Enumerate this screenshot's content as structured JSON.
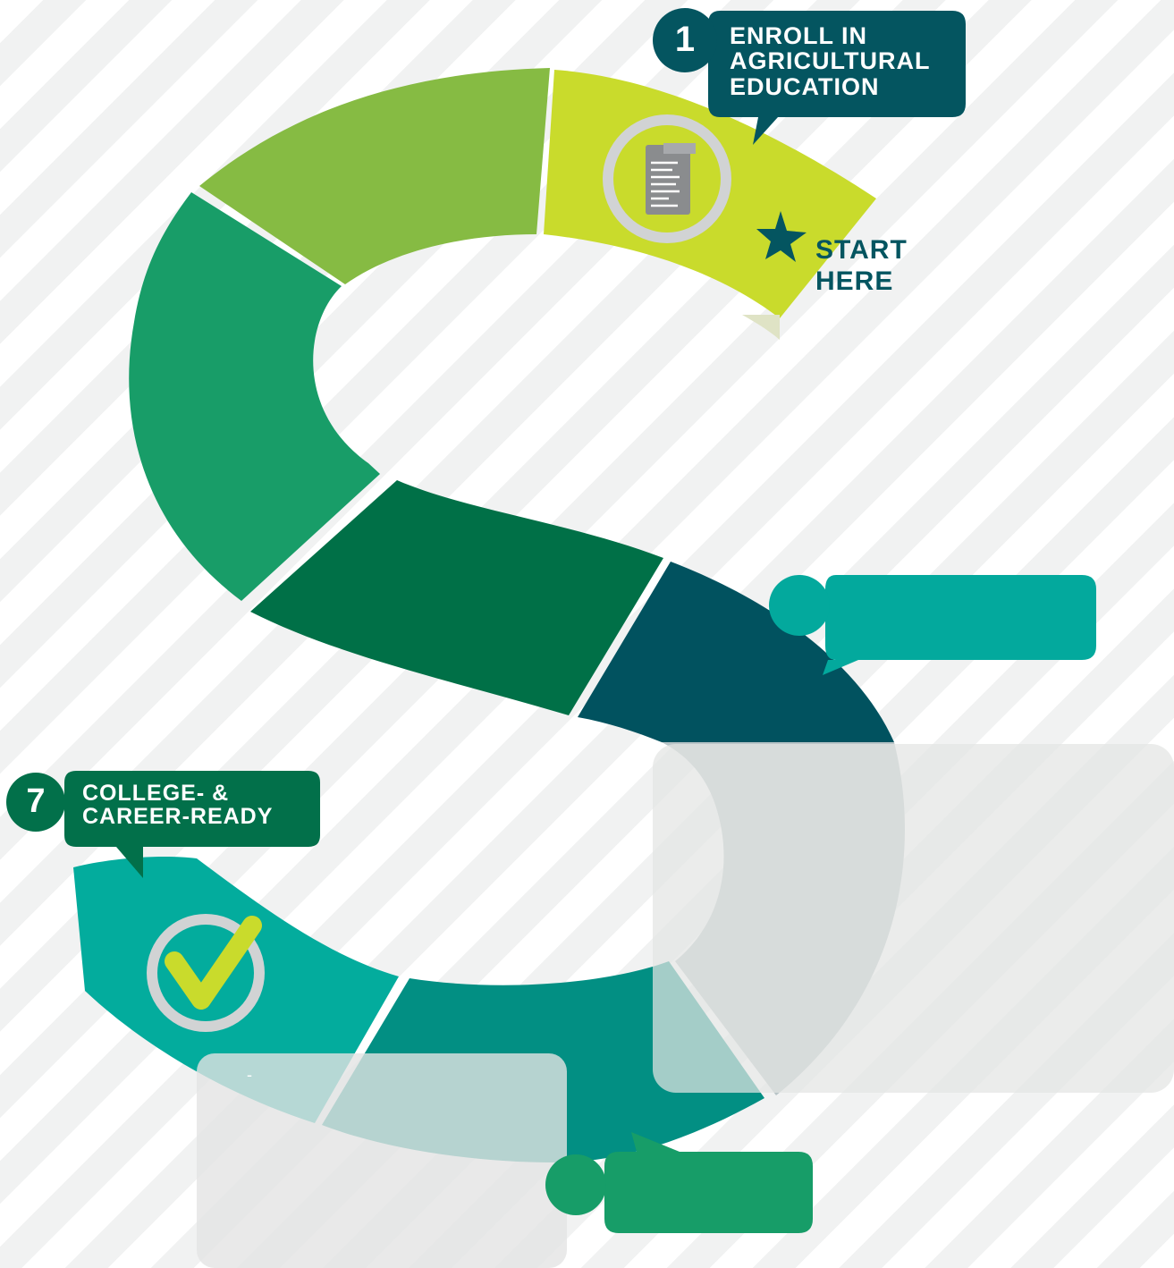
{
  "steps": [
    {
      "number": "1",
      "label_lines": [
        "ENROLL IN",
        "AGRICULTURAL",
        "EDUCATION"
      ],
      "icon": "document-icon",
      "color": "#045560"
    },
    {
      "number": "",
      "label_lines": [],
      "color": "#03a99d"
    },
    {
      "number": "",
      "label_lines": [],
      "color": "#179d68"
    },
    {
      "number": "7",
      "label_lines": [
        "COLLEGE- &",
        "CAREER-READY"
      ],
      "icon": "checkmark-icon",
      "color": "#02704a"
    }
  ],
  "start_marker": {
    "lines": [
      "START",
      "HERE"
    ],
    "icon": "star-icon"
  },
  "placeholder_dash": "-",
  "colors": {
    "seg_lime": "#c9db2c",
    "seg_lightgreen": "#86bb43",
    "seg_green": "#189d68",
    "seg_darkgreen": "#007047",
    "seg_navy": "#01525f",
    "seg_teal": "#028f83",
    "seg_aqua": "#03ac9d",
    "panel_gray": "#e3e4e3"
  }
}
